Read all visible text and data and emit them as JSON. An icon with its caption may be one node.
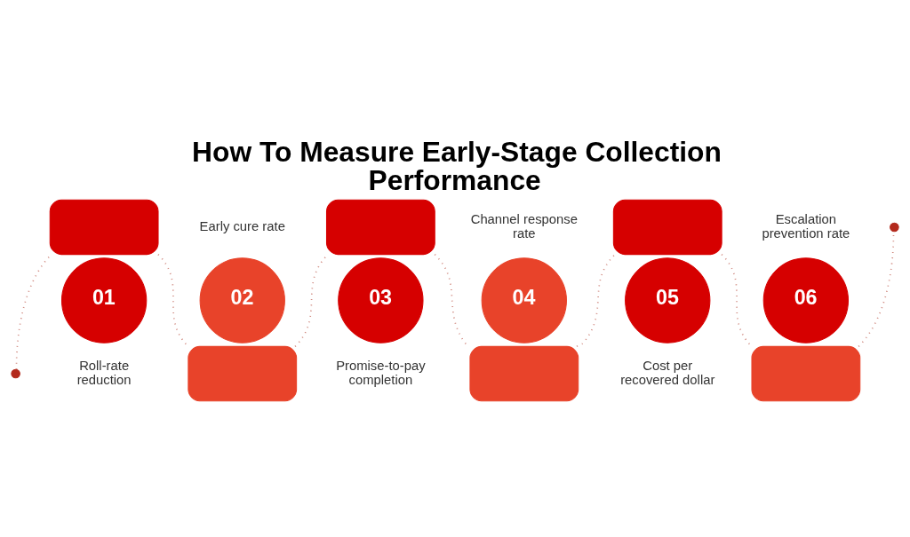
{
  "diagram": {
    "title": "How To Measure Early-Stage Collection Performance",
    "nodes": [
      {
        "text": [],
        "shape": "circle"
      },
      {
        "text": [],
        "shape": "box"
      },
      {
        "text": [
          "01"
        ],
        "beside": [
          "Roll-rate reduction"
        ]
      },
      {
        "text": [],
        "shape": "box"
      },
      {
        "text": [
          "02"
        ],
        "beside": [
          "Early cure rate"
        ]
      },
      {
        "text": [],
        "shape": "box"
      },
      {
        "text": [
          "03"
        ],
        "beside": [
          "Promise-to-pay completion"
        ]
      },
      {
        "text": [],
        "shape": "box"
      },
      {
        "text": [
          "04"
        ],
        "beside": [
          "Channel response rate"
        ]
      },
      {
        "text": [],
        "shape": "box"
      },
      {
        "text": [
          "05"
        ],
        "beside": [
          "Cost per recovered dollar"
        ]
      },
      {
        "text": [],
        "shape": "box"
      },
      {
        "text": [
          "06"
        ],
        "beside": [
          "Escalation prevention rate"
        ]
      },
      {
        "text": [],
        "shape": "circle"
      }
    ],
    "edges": [
      {
        "from": 0,
        "to": 1,
        "arrow": "none",
        "style": "dashed"
      },
      {
        "from": 1,
        "to": 3,
        "arrow": "none",
        "style": "dashed"
      },
      {
        "from": 3,
        "to": 5,
        "arrow": "none",
        "style": "dashed"
      },
      {
        "from": 5,
        "to": 7,
        "arrow": "none",
        "style": "dashed"
      },
      {
        "from": 7,
        "to": 9,
        "arrow": "none",
        "style": "dashed"
      },
      {
        "from": 9,
        "to": 11,
        "arrow": "none",
        "style": "dashed"
      },
      {
        "from": 11,
        "to": 13,
        "arrow": "none",
        "style": "dashed"
      }
    ]
  }
}
